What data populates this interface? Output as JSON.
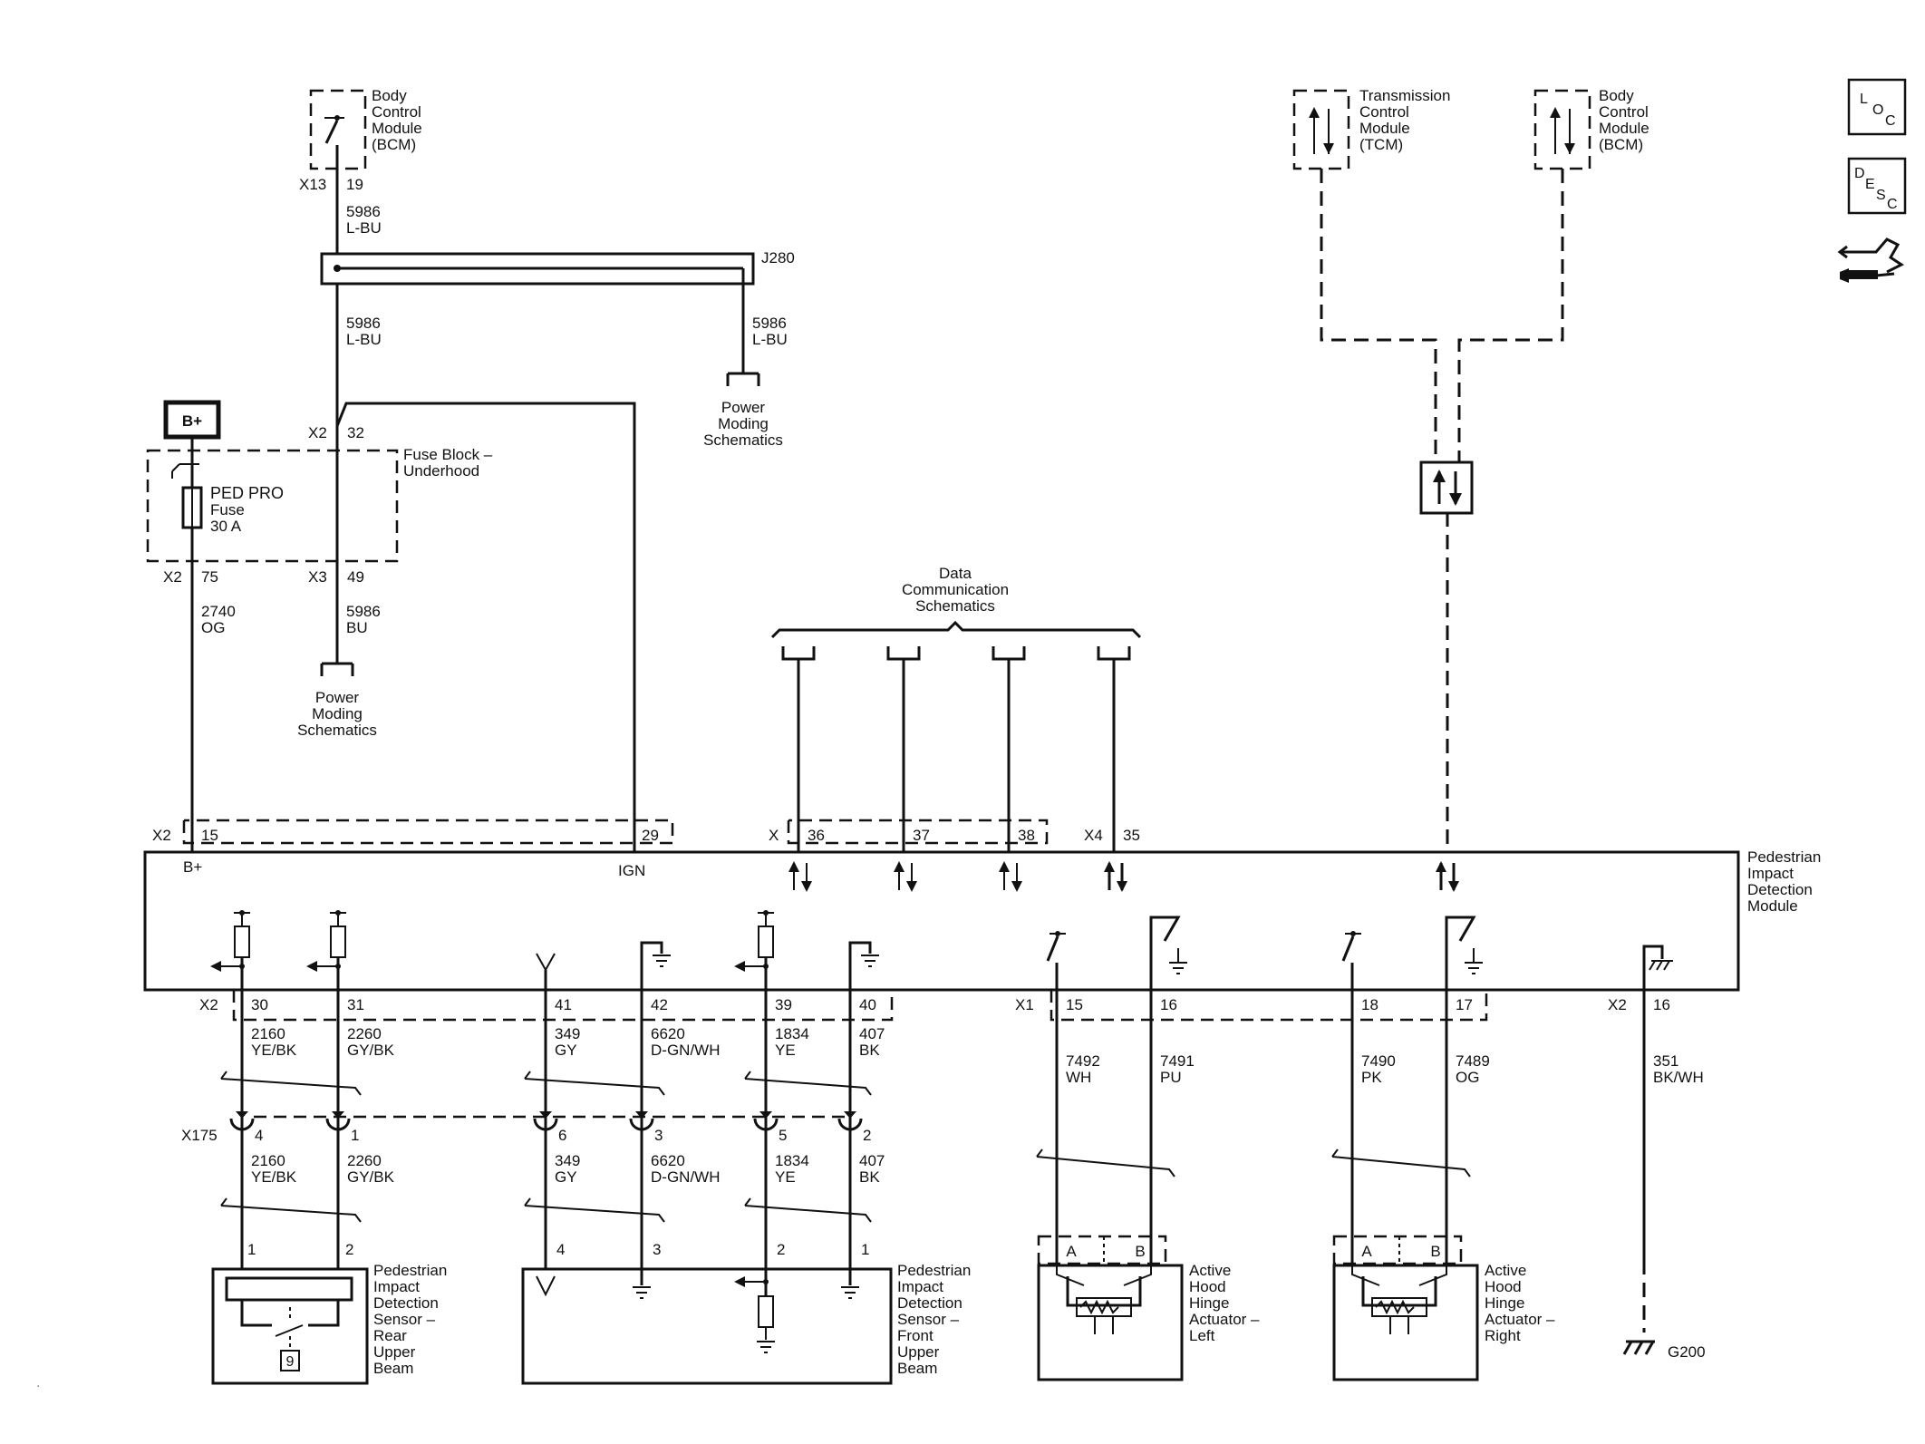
{
  "bcm_top": {
    "l1": "Body",
    "l2": "Control",
    "l3": "Module",
    "l4": "(BCM)",
    "conn": "X13",
    "pin": "19"
  },
  "wire_5986a": {
    "circuit": "5986",
    "color": "L-BU"
  },
  "splice": {
    "label": "J280"
  },
  "wire_5986b": {
    "circuit": "5986",
    "color": "L-BU"
  },
  "wire_5986c": {
    "circuit": "5986",
    "color": "L-BU"
  },
  "power_moding_top": {
    "l1": "Power",
    "l2": "Moding",
    "l3": "Schematics"
  },
  "bplus_label": "B+",
  "fuse_block": {
    "l1": "Fuse Block –",
    "l2": "Underhood",
    "x2_conn": "X2",
    "x2_pin_top": "32",
    "fuse_name": "PED PRO",
    "fuse_l2": "Fuse",
    "fuse_rating": "30 A",
    "out_conn": "X2",
    "out_pin": "75",
    "x3_conn": "X3",
    "x3_pin": "49"
  },
  "wire_2740": {
    "circuit": "2740",
    "color": "OG"
  },
  "wire_5986bu": {
    "circuit": "5986",
    "color": "BU"
  },
  "power_moding_left": {
    "l1": "Power",
    "l2": "Moding",
    "l3": "Schematics"
  },
  "data_comm": {
    "l1": "Data",
    "l2": "Communication",
    "l3": "Schematics"
  },
  "tcm": {
    "l1": "Transmission",
    "l2": "Control",
    "l3": "Module",
    "l4": "(TCM)"
  },
  "bcm_right": {
    "l1": "Body",
    "l2": "Control",
    "l3": "Module",
    "l4": "(BCM)"
  },
  "module_top": {
    "x2": "X2",
    "p15": "15",
    "p29": "29",
    "x": "X",
    "p36": "36",
    "p37": "37",
    "p38": "38",
    "x4": "X4",
    "p35": "35",
    "bplus": "B+",
    "ign": "IGN"
  },
  "module": {
    "l1": "Pedestrian",
    "l2": "Impact",
    "l3": "Detection",
    "l4": "Module"
  },
  "module_bottom": {
    "x2": "X2",
    "p30": "30",
    "p31": "31",
    "p41": "41",
    "p42": "42",
    "p39": "39",
    "p40": "40",
    "x1": "X1",
    "p15": "15",
    "p16": "16",
    "p18": "18",
    "p17": "17",
    "x2b": "X2",
    "p16b": "16"
  },
  "wires_upper": [
    {
      "circuit": "2160",
      "color": "YE/BK"
    },
    {
      "circuit": "2260",
      "color": "GY/BK"
    },
    {
      "circuit": "349",
      "color": "GY"
    },
    {
      "circuit": "6620",
      "color": "D-GN/WH"
    },
    {
      "circuit": "1834",
      "color": "YE"
    },
    {
      "circuit": "407",
      "color": "BK"
    }
  ],
  "wires_lower": [
    {
      "circuit": "2160",
      "color": "YE/BK"
    },
    {
      "circuit": "2260",
      "color": "GY/BK"
    },
    {
      "circuit": "349",
      "color": "GY"
    },
    {
      "circuit": "6620",
      "color": "D-GN/WH"
    },
    {
      "circuit": "1834",
      "color": "YE"
    },
    {
      "circuit": "407",
      "color": "BK"
    }
  ],
  "x175": {
    "label": "X175",
    "pins": [
      "4",
      "1",
      "6",
      "3",
      "5",
      "2"
    ]
  },
  "actuator_wires": [
    {
      "circuit": "7492",
      "color": "WH"
    },
    {
      "circuit": "7491",
      "color": "PU"
    },
    {
      "circuit": "7490",
      "color": "PK"
    },
    {
      "circuit": "7489",
      "color": "OG"
    }
  ],
  "ground_wire": {
    "circuit": "351",
    "color": "BK/WH"
  },
  "rear_sensor": {
    "l1": "Pedestrian",
    "l2": "Impact",
    "l3": "Detection",
    "l4": "Sensor –",
    "l5": "Rear",
    "l6": "Upper",
    "l7": "Beam",
    "pin1": "1",
    "pin2": "2",
    "badge": "9"
  },
  "front_sensor": {
    "l1": "Pedestrian",
    "l2": "Impact",
    "l3": "Detection",
    "l4": "Sensor –",
    "l5": "Front",
    "l6": "Upper",
    "l7": "Beam",
    "pin4": "4",
    "pin3": "3",
    "pin2": "2",
    "pin1": "1"
  },
  "actuator_left": {
    "l1": "Active",
    "l2": "Hood",
    "l3": "Hinge",
    "l4": "Actuator –",
    "l5": "Left",
    "a": "A",
    "b": "B"
  },
  "actuator_right": {
    "l1": "Active",
    "l2": "Hood",
    "l3": "Hinge",
    "l4": "Actuator –",
    "l5": "Right",
    "a": "A",
    "b": "B"
  },
  "ground": {
    "label": "G200"
  },
  "side_icons": {
    "loc": {
      "a": "L",
      "b": "O",
      "c": "C",
      "icon": "location-icon"
    },
    "desc": {
      "a": "D",
      "b": "E",
      "c": "S",
      "d": "C",
      "icon": "description-icon"
    },
    "tool": {
      "icon": "connector-tool-icon"
    }
  }
}
